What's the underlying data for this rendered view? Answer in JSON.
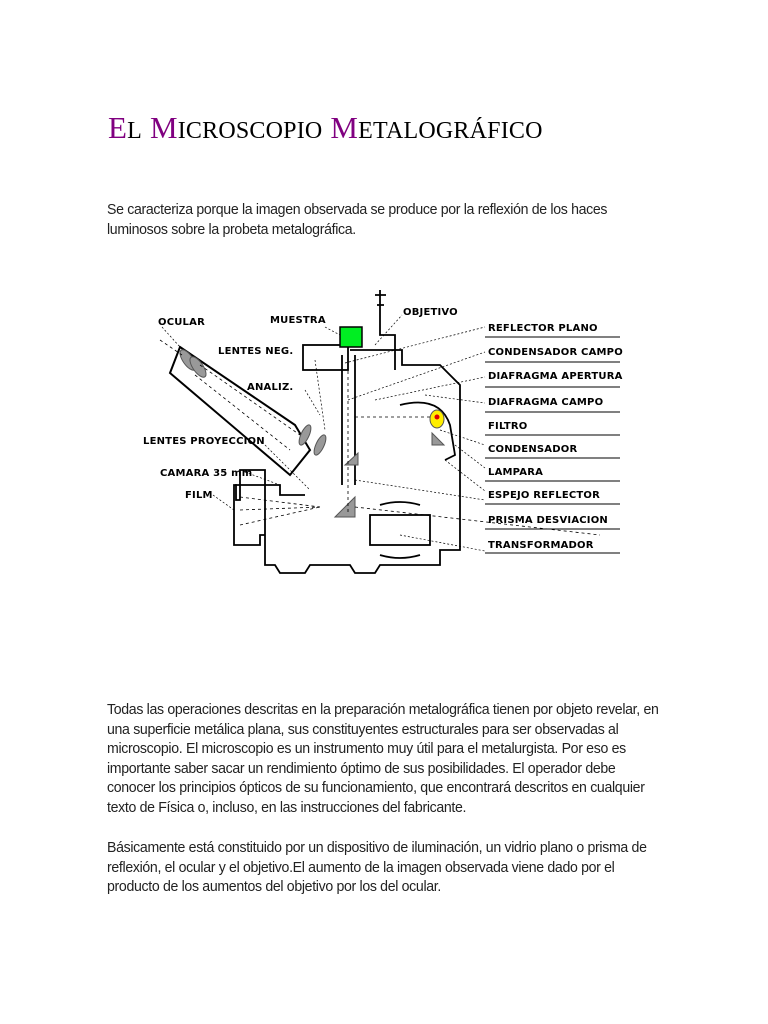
{
  "document": {
    "title": {
      "parts": [
        {
          "cap": "E",
          "rest": "L"
        },
        {
          "cap": "M",
          "rest": "ICROSCOPIO"
        },
        {
          "cap": "M",
          "rest": "ETALOGRÁFICO"
        }
      ],
      "full_text": "EL MICROSCOPIO METALOGRÁFICO",
      "accent_color": "#800080"
    },
    "paragraphs": [
      "Se caracteriza porque la imagen observada se produce por la reflexión de los haces luminosos sobre la probeta metalográfica.",
      "Todas las operaciones descritas en la preparación metalográfica tienen por objeto revelar, en una superficie metálica plana, sus constituyentes estructurales para ser observadas al microscopio. El microscopio es un instrumento muy útil para el metalurgista. Por eso es importante saber sacar un rendimiento óptimo de sus posibilidades. El operador debe conocer los principios ópticos de su funcionamiento, que encontrará descritos en cualquier texto de Física o, incluso, en las instrucciones del fabricante.",
      "Básicamente está constituido por un dispositivo de iluminación, un vidrio plano o prisma de reflexión, el ocular y el objetivo.El aumento de la imagen observada viene dado por el producto de los aumentos del objetivo por los del ocular."
    ],
    "diagram": {
      "left_labels": {
        "ocular": "OCULAR",
        "muestra": "MUESTRA",
        "lentes_neg": "LENTES NEG.",
        "analiz": "ANALIZ.",
        "lentes_proyeccion": "LENTES PROYECCION",
        "camara": "CAMARA 35 mm",
        "film": "FILM"
      },
      "right_labels": {
        "objetivo": "OBJETIVO",
        "reflector_plano": "REFLECTOR PLANO",
        "condensador_campo": "CONDENSADOR  CAMPO",
        "diafragma_apertura": "DIAFRAGMA APERTURA",
        "diafragma_campo": "DIAFRAGMA CAMPO",
        "filtro": "FILTRO",
        "condensador": "CONDENSADOR",
        "lampara": "LAMPARA",
        "espejo_reflector": "ESPEJO REFLECTOR",
        "prisma_desviacion": "PRISMA DESVIACION",
        "transformador": "TRANSFORMADOR"
      },
      "colors": {
        "sample": "#00ee22",
        "lamp": "#ffee00",
        "lamp_core": "#dd0000"
      }
    }
  }
}
